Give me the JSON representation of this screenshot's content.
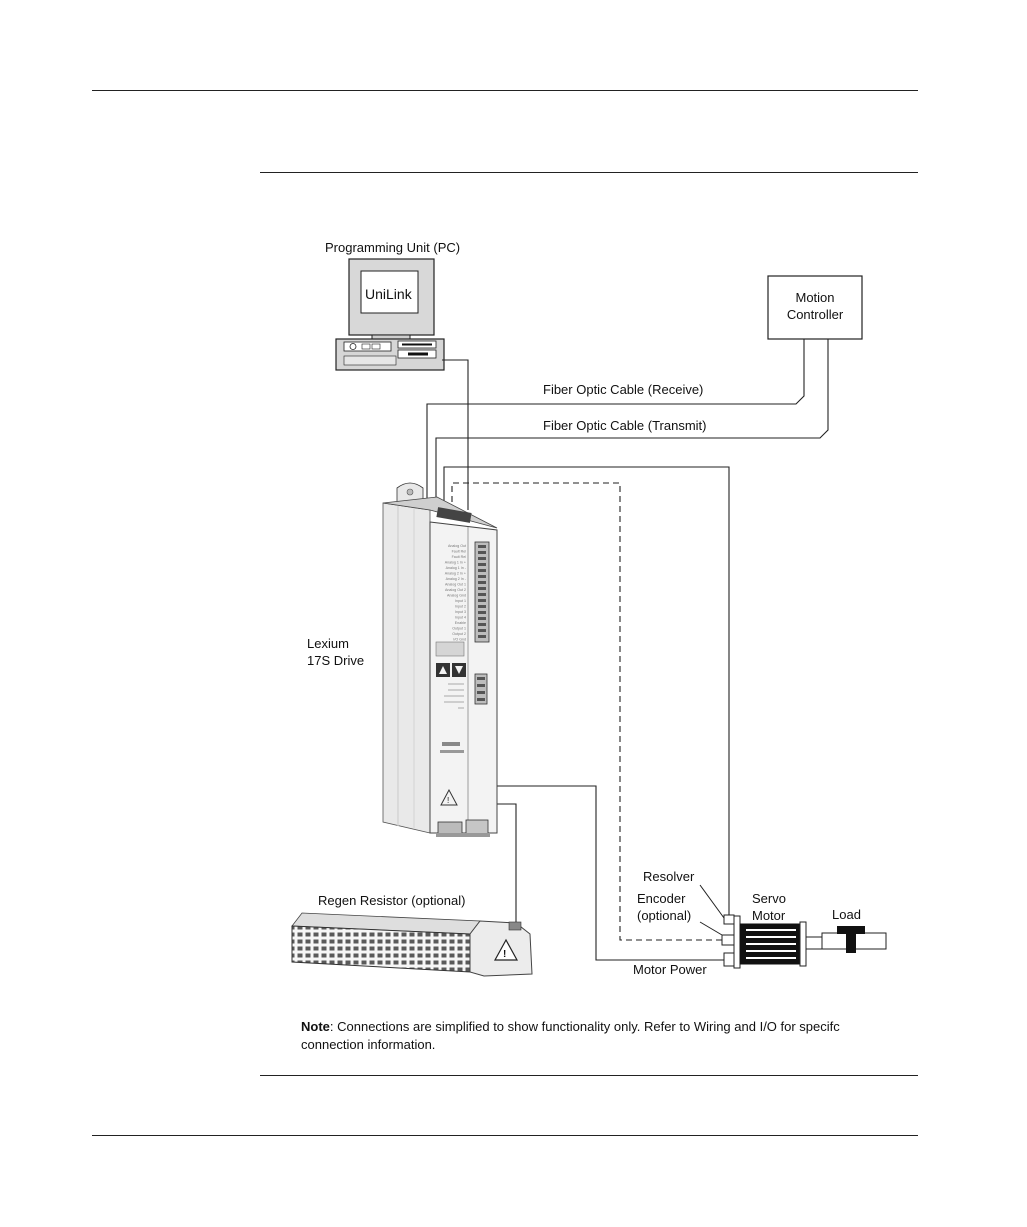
{
  "labels": {
    "pc": "Programming Unit (PC)",
    "unilink": "UniLink",
    "motion_controller_line1": "Motion",
    "motion_controller_line2": "Controller",
    "fiber_receive": "Fiber Optic Cable (Receive)",
    "fiber_transmit": "Fiber Optic Cable (Transmit)",
    "drive_line1": "Lexium",
    "drive_line2": "17S Drive",
    "regen": "Regen Resistor (optional)",
    "resolver": "Resolver",
    "encoder_line1": "Encoder",
    "encoder_line2": "(optional)",
    "servo_line1": "Servo",
    "servo_line2": "Motor",
    "load": "Load",
    "motor_power": "Motor Power"
  },
  "note": {
    "label": "Note",
    "text": ": Connections are simplified to show functionality only. Refer to Wiring and I/O for specifc connection information."
  },
  "drive_panel_labels": [
    "Analog Out",
    "Fault Rel",
    "Fault Rel",
    "Analog 1 In +",
    "Analog 1 In -",
    "Analog 2 In +",
    "Analog 2 In -",
    "Analog Out 1",
    "Analog Out 2",
    "Analog Gnd",
    "Input 1",
    "Input 2",
    "Input 3",
    "Input 4",
    "Enable",
    "Output 1",
    "Output 2",
    "I/O Gnd"
  ]
}
